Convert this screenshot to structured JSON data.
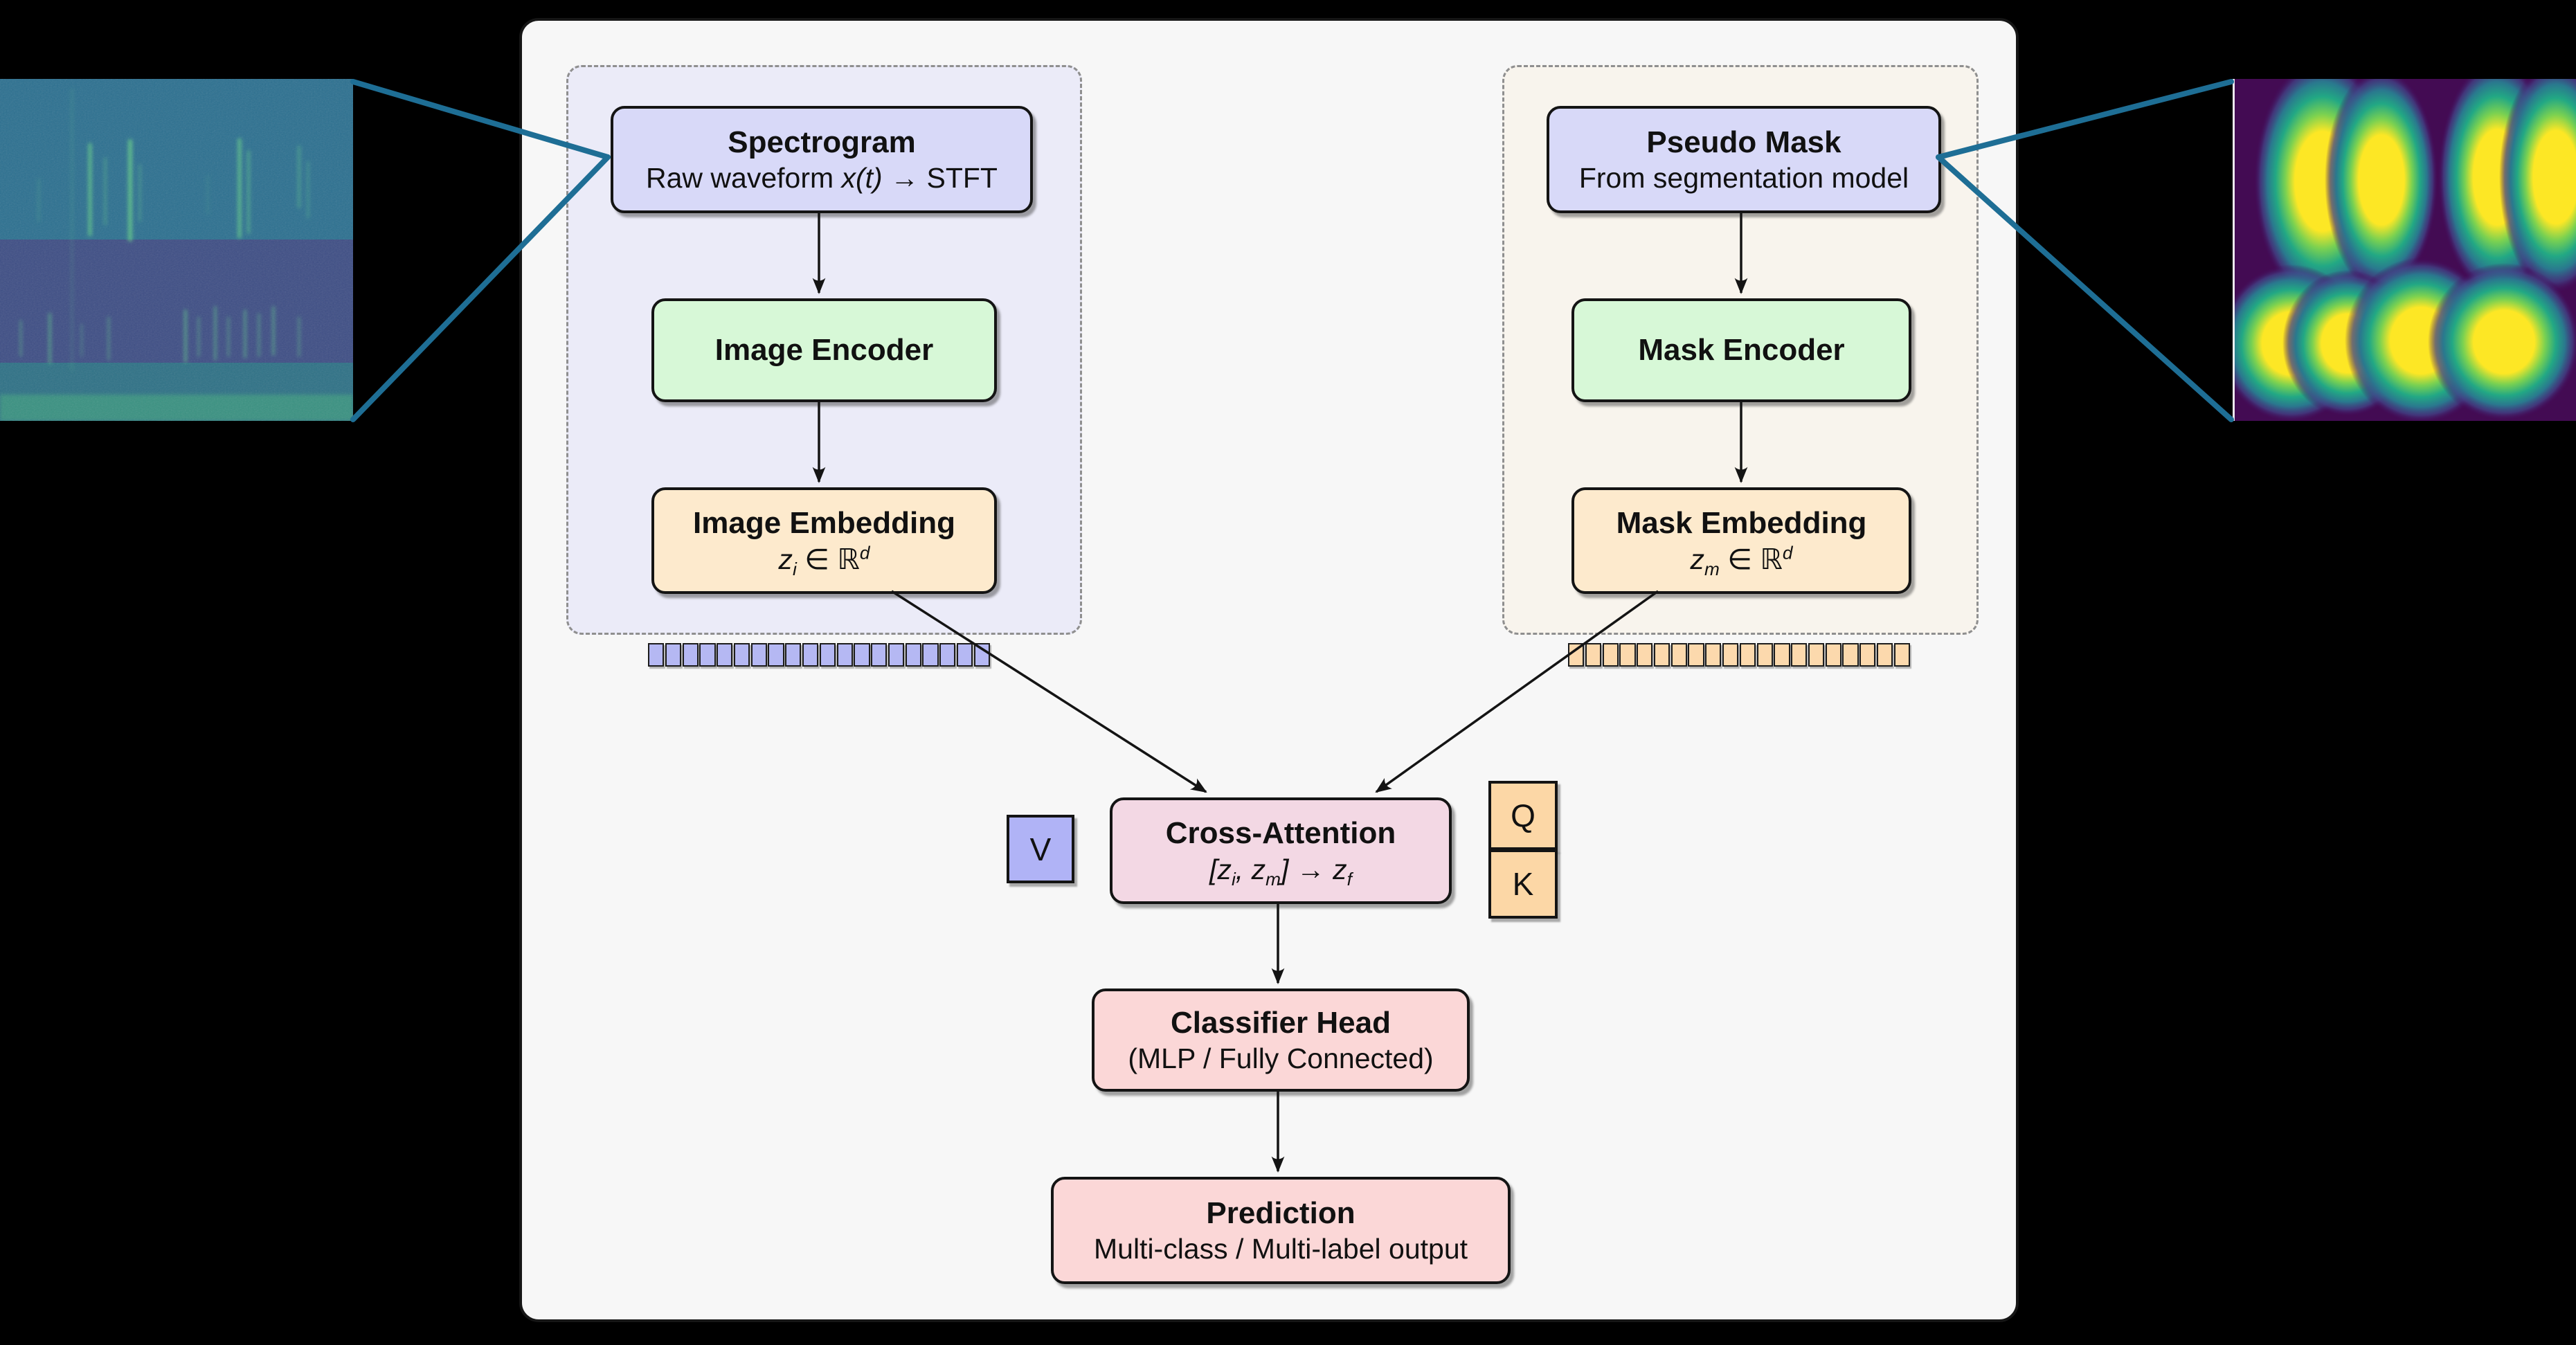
{
  "palette": {
    "background": "#000000",
    "panel_bg": "#f7f7f7",
    "lavender_box": "#d8d9f8",
    "green_box": "#d7f8d7",
    "peach_box": "#fdeacd",
    "pink_box": "#f3d8e4",
    "red_box": "#fbd7d7",
    "violet_chip": "#b0b3f6",
    "orange_chip": "#fcd7a6",
    "token_left": "#b5b8f3",
    "token_right": "#fcd9ad",
    "group_left_bg": "#ebebf8",
    "group_right_bg": "#f8f4ed",
    "connector_teal": "#1e6e95",
    "arrow_black": "#141414"
  },
  "left_group": {
    "input": {
      "title": "Spectrogram",
      "subtitle_parts": [
        "Raw waveform ",
        "x(t)",
        " → STFT"
      ]
    },
    "encoder": {
      "title": "Image Encoder"
    },
    "embedding": {
      "title": "Image Embedding",
      "formula_parts": [
        "z",
        "i",
        " ∈ ℝ",
        "d"
      ]
    },
    "token_count": 20
  },
  "right_group": {
    "input": {
      "title": "Pseudo Mask",
      "subtitle": "From segmentation model"
    },
    "encoder": {
      "title": "Mask Encoder"
    },
    "embedding": {
      "title": "Mask Embedding",
      "formula_parts": [
        "z",
        "m",
        " ∈ ℝ",
        "d"
      ]
    },
    "token_count": 20
  },
  "fusion": {
    "title": "Cross-Attention",
    "formula_parts": [
      "[z",
      "i",
      ", z",
      "m",
      "] → z",
      "f"
    ],
    "value_label": "V",
    "query_label": "Q",
    "key_label": "K"
  },
  "classifier": {
    "title": "Classifier Head",
    "subtitle": "(MLP / Fully Connected)"
  },
  "prediction": {
    "title": "Prediction",
    "subtitle": "Multi-class / Multi-label output"
  }
}
